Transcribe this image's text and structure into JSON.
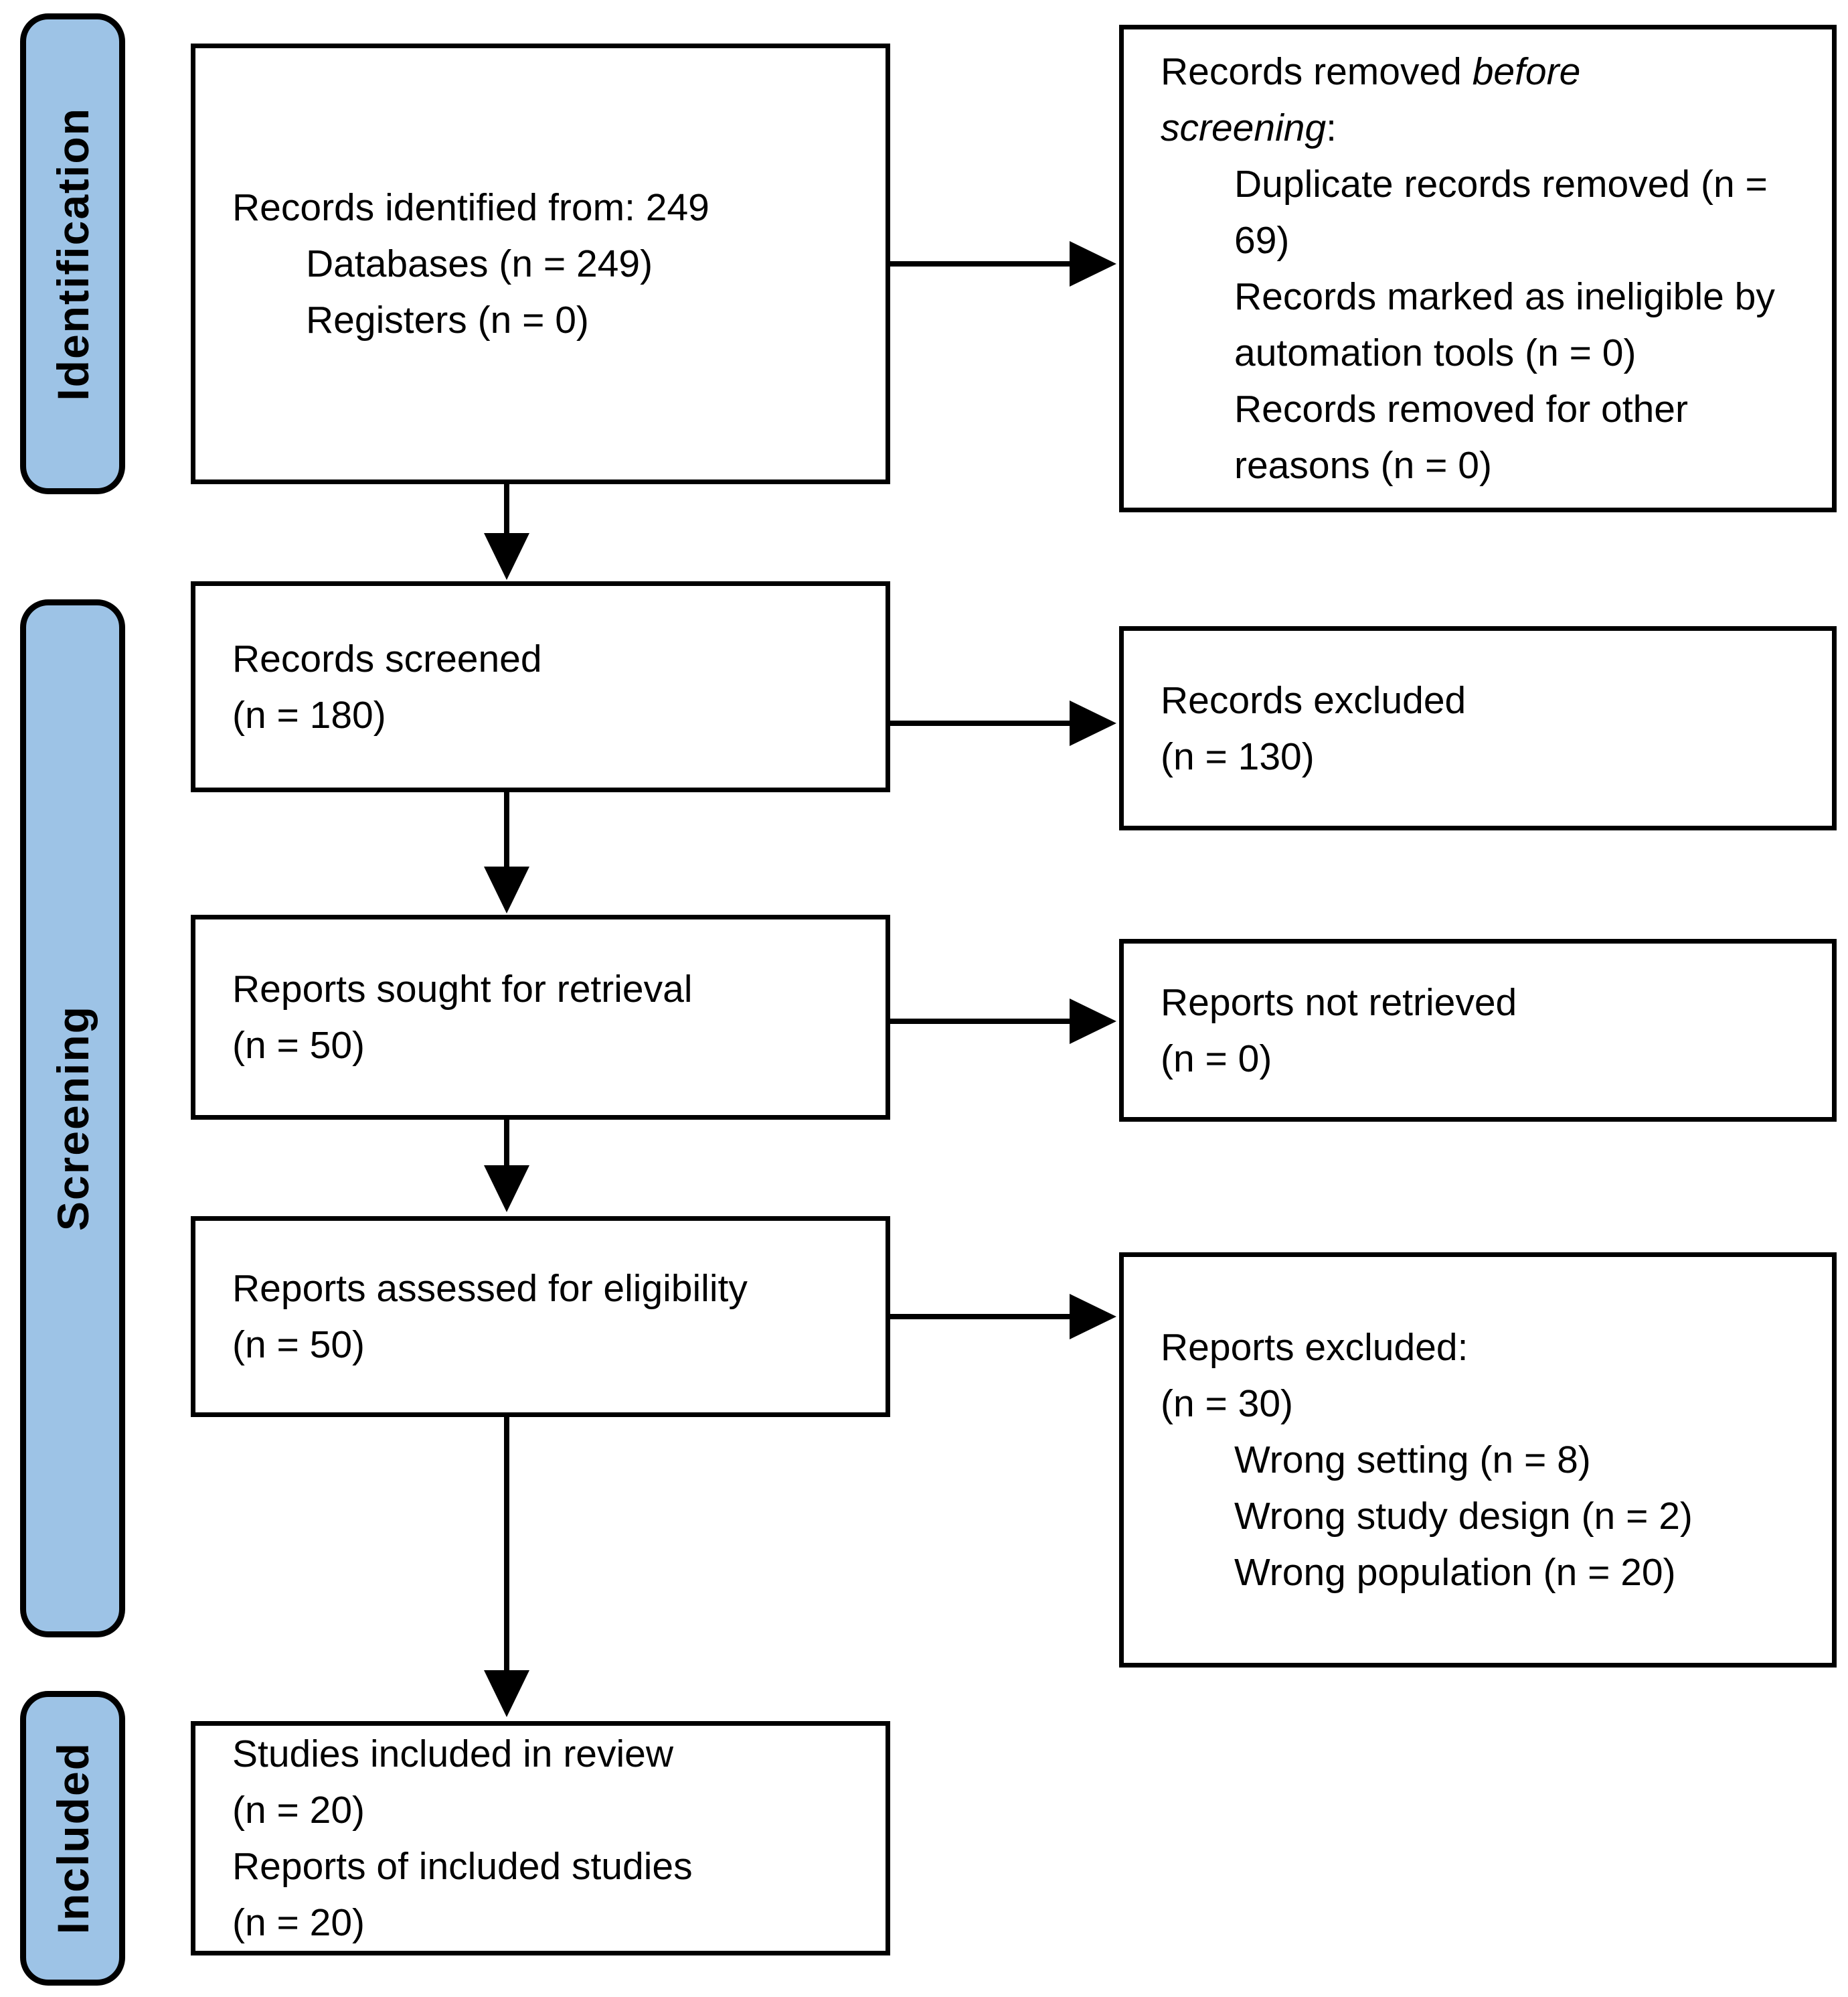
{
  "stages": {
    "identification": "Identification",
    "screening": "Screening",
    "included": "Included"
  },
  "boxes": {
    "records_identified": {
      "line1": "Records identified from: 249",
      "sub1": "Databases (n = 249)",
      "sub2": "Registers (n = 0)"
    },
    "records_removed": {
      "head_l1_prefix": "Records removed ",
      "head_l1_italic": "before",
      "head_l2_italic": "screening",
      "head_l2_suffix": ":",
      "item1": "Duplicate records removed (n = 69)",
      "item2": "Records marked as ineligible by automation tools (n = 0)",
      "item3": "Records removed for other reasons (n = 0)"
    },
    "records_screened": {
      "line1": "Records screened",
      "line2": "(n = 180)"
    },
    "records_excluded": {
      "line1": "Records excluded",
      "line2": "(n = 130)"
    },
    "reports_sought": {
      "line1": "Reports sought for retrieval",
      "line2": "(n = 50)"
    },
    "reports_not_retrieved": {
      "line1": "Reports not retrieved",
      "line2": "(n = 0)"
    },
    "reports_assessed": {
      "line1": "Reports assessed for eligibility",
      "line2": "(n = 50)"
    },
    "reports_excluded": {
      "line1": "Reports excluded:",
      "line2": "(n = 30)",
      "item1": "Wrong setting (n = 8)",
      "item2": "Wrong study design (n = 2)",
      "item3": "Wrong population (n = 20)"
    },
    "studies_included": {
      "line1": "Studies included in review",
      "line2": "(n = 20)",
      "line3": "Reports of included studies",
      "line4": "(n = 20)"
    }
  },
  "colors": {
    "stage_fill": "#9DC3E6",
    "line": "#000000",
    "box_fill": "#FFFFFF"
  }
}
